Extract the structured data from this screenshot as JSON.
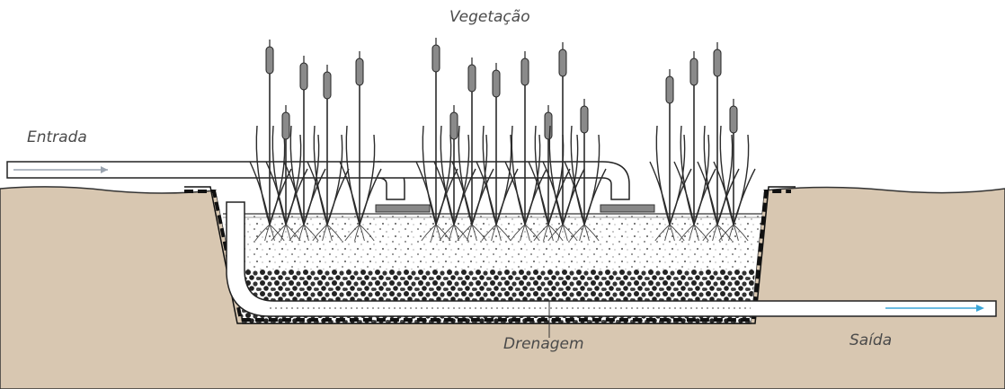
{
  "labels": {
    "vegetation": "Vegetação",
    "inlet": "Entrada",
    "drainage": "Drenagem",
    "outlet": "Saída"
  },
  "colors": {
    "soil": "#d8c7b1",
    "outline": "#222222",
    "pipe_fill": "#ffffff",
    "gravel": "#222222",
    "plant": "#2b2b2b",
    "cattail": "#8a8a8a",
    "arrow_in": "#9aa4b0",
    "arrow_out": "#3aa6d8",
    "label": "#4a4a4a"
  },
  "icons": [
    "cattail-plant-icon",
    "flow-arrow-icon",
    "diffuser-icon"
  ]
}
